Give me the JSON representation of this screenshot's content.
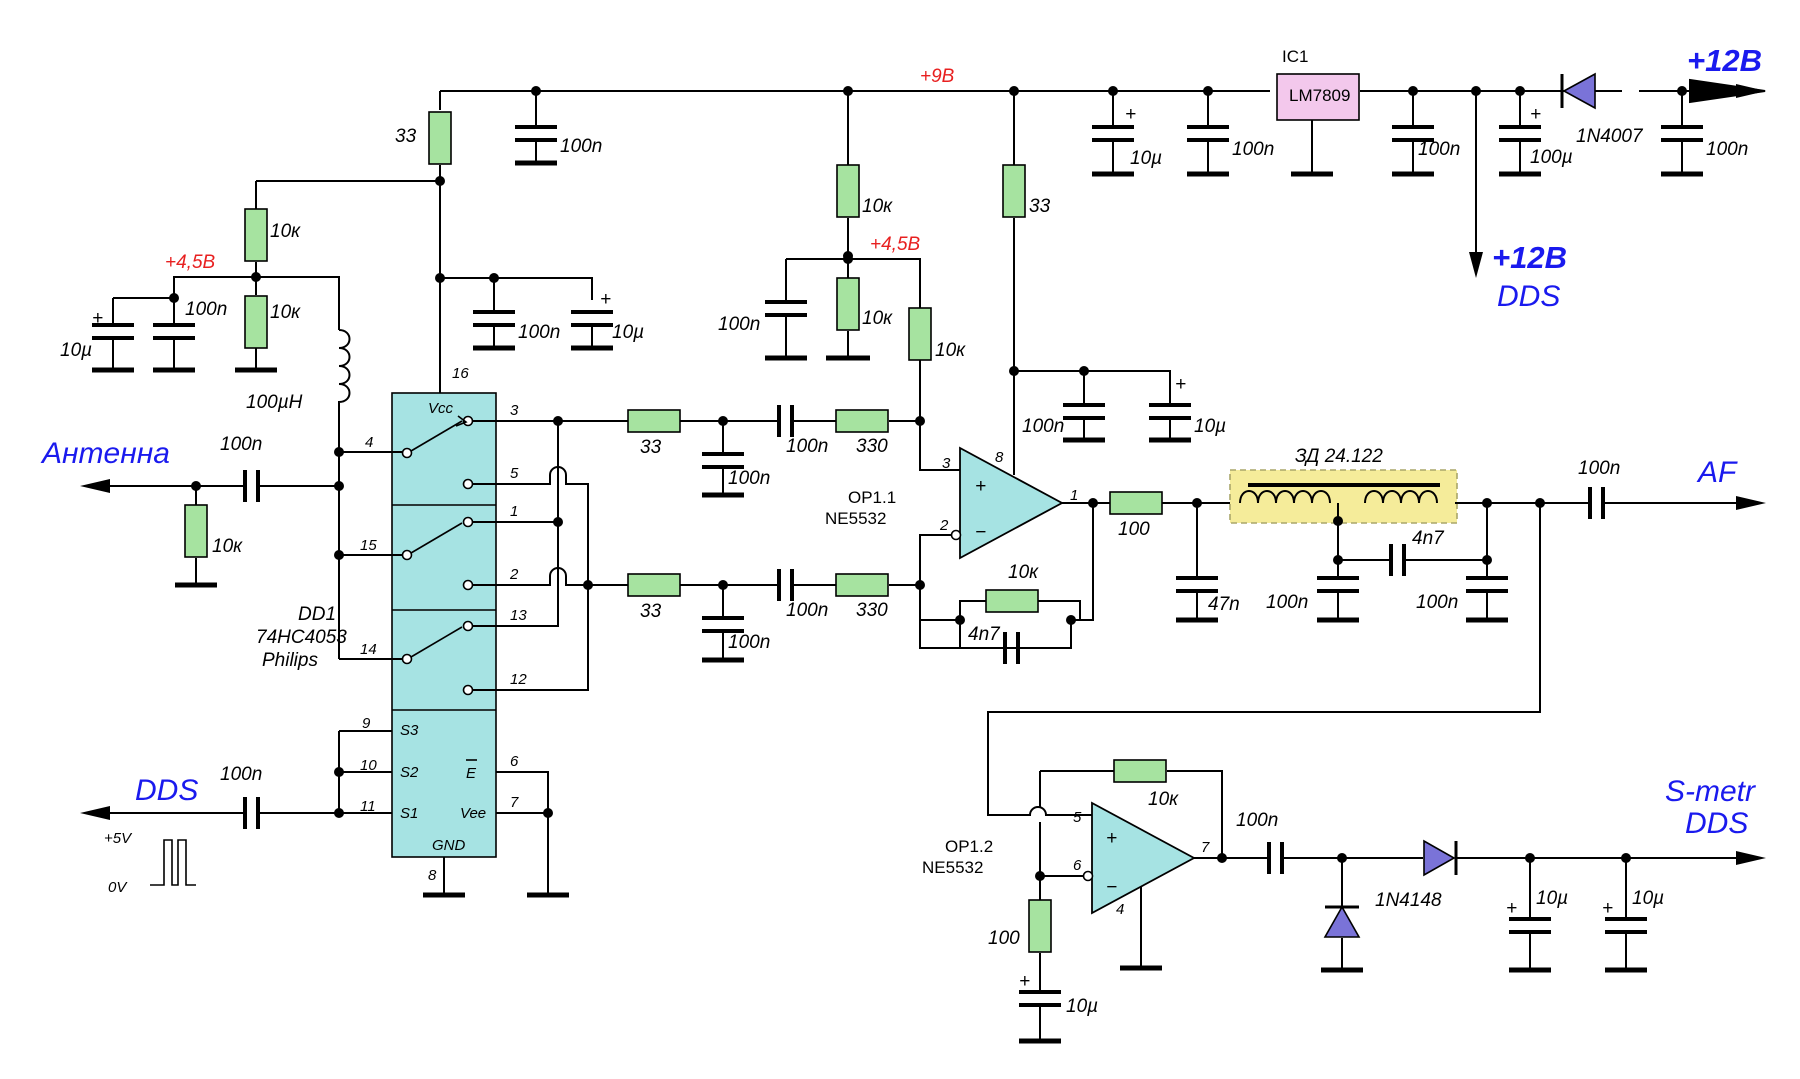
{
  "rails": {
    "v9": "+9В",
    "v45_left": "+4,5В",
    "v45_mid": "+4,5В"
  },
  "io": {
    "antenna": "Антенна",
    "dds_in": "DDS",
    "v12_in": "+12В",
    "v12_dds_1": "+12В",
    "v12_dds_2": "DDS",
    "af": "AF",
    "smetr_1": "S-metr",
    "smetr_2": "DDS",
    "pulse_hi": "+5V",
    "pulse_lo": "0V"
  },
  "components": {
    "ic1": "IC1",
    "lm": "LM7809",
    "d_power": "1N4007",
    "d_det": "1N4148",
    "dd1_1": "DD1",
    "dd1_2": "74HC4053",
    "dd1_3": "Philips",
    "op11_1": "OP1.1",
    "op11_2": "NE5532",
    "op12_1": "OP1.2",
    "op12_2": "NE5532",
    "filter": "ЗД 24.122",
    "ind": "100µH"
  },
  "values": {
    "r33_top": "33",
    "c100_top1": "100n",
    "r10k_a": "10к",
    "r10k_b": "10к",
    "c10u_l": "10µ",
    "c100_l": "100n",
    "c100_vcc": "100n",
    "c10u_vcc": "10µ",
    "r10k_m1": "10к",
    "r10k_m2": "10к",
    "r10k_m3": "10к",
    "c100_m": "100n",
    "r33_op": "33",
    "c10u_r1": "10µ",
    "c100_r1": "100n",
    "c100_r2": "100n",
    "c100u": "100µ",
    "c100_r3": "100n",
    "c100_op": "100n",
    "c10u_op": "10µ",
    "c100_ant": "100n",
    "r10k_ant": "10к",
    "r33_s1": "33",
    "c100_s1g": "100n",
    "c100_s1": "100n",
    "r330_s1": "330",
    "r33_s2": "33",
    "c100_s2g": "100n",
    "c100_s2": "100n",
    "r330_s2": "330",
    "r10k_fb": "10к",
    "c4n7_fb": "4n7",
    "r100_out": "100",
    "c47n": "47n",
    "c100_f1": "100n",
    "c4n7_f": "4n7",
    "c100_f2": "100n",
    "c100_af": "100n",
    "c100_dds": "100n",
    "r10k_fb2": "10к",
    "c100_det": "100n",
    "c10u_d1": "10µ",
    "c10u_d2": "10µ",
    "r100_g": "100",
    "c10u_g": "10µ"
  },
  "pins": {
    "p16": "16",
    "vcc": "Vcc",
    "p3": "3",
    "p4": "4",
    "p5": "5",
    "p1": "1",
    "p15": "15",
    "p2": "2",
    "p13": "13",
    "p14": "14",
    "p12": "12",
    "p9": "9",
    "s3": "S3",
    "p10": "10",
    "s2": "S2",
    "p11": "11",
    "s1": "S1",
    "p6": "6",
    "e": "E",
    "p7": "7",
    "vee": "Vee",
    "gnd": "GND",
    "p8": "8",
    "a3": "3",
    "a8": "8",
    "a2": "2",
    "a1": "1",
    "plus": "+",
    "minus": "−",
    "b5": "5",
    "b6": "6",
    "b7": "7",
    "b4": "4"
  }
}
